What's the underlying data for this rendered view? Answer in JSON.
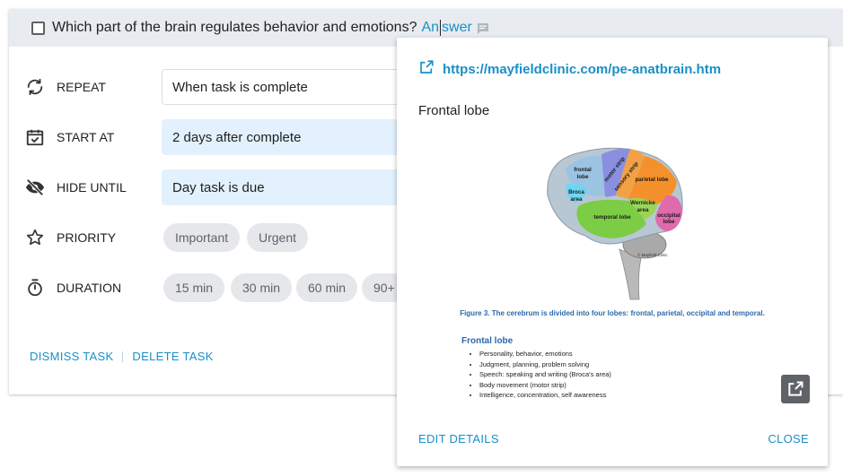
{
  "task": {
    "title": "Which part of the brain regulates behavior and emotions?",
    "answer_link": "Answer"
  },
  "rows": {
    "repeat": {
      "label": "REPEAT",
      "value": "When task is complete"
    },
    "start_at": {
      "label": "START AT",
      "value": "2 days after complete"
    },
    "hide_until": {
      "label": "HIDE UNTIL",
      "value": "Day task is due"
    },
    "priority": {
      "label": "PRIORITY",
      "options": [
        "Important",
        "Urgent"
      ]
    },
    "duration": {
      "label": "DURATION",
      "options": [
        "15 min",
        "30 min",
        "60 min",
        "90+"
      ]
    }
  },
  "footer": {
    "dismiss": "DISMISS TASK",
    "delete": "DELETE TASK"
  },
  "popup": {
    "url": "https://mayfieldclinic.com/pe-anatbrain.htm",
    "subtitle": "Frontal lobe",
    "brain_labels": {
      "frontal": "frontal lobe",
      "motor": "motor strip",
      "sensory": "sensory strip",
      "parietal": "parietal lobe",
      "broca": "Broca area",
      "wernicke": "Wernicke area",
      "temporal": "temporal lobe",
      "occipital": "occipital lobe",
      "credit": "© Mayfield Clinic"
    },
    "figure_caption": "Figure 3. The cerebrum is divided into four lobes: frontal, parietal, occipital and temporal.",
    "figure_heading": "Frontal lobe",
    "figure_items": [
      "Personality, behavior, emotions",
      "Judgment, planning, problem solving",
      "Speech: speaking and writing (Broca's area)",
      "Body movement (motor strip)",
      "Intelligence, concentration, self awareness"
    ],
    "edit_details": "EDIT DETAILS",
    "close": "CLOSE"
  },
  "colors": {
    "accent": "#1a8fc7",
    "header_bg": "#e8ebef",
    "field_highlight": "#e2f1fd",
    "chip_bg": "#e5e7ea"
  }
}
